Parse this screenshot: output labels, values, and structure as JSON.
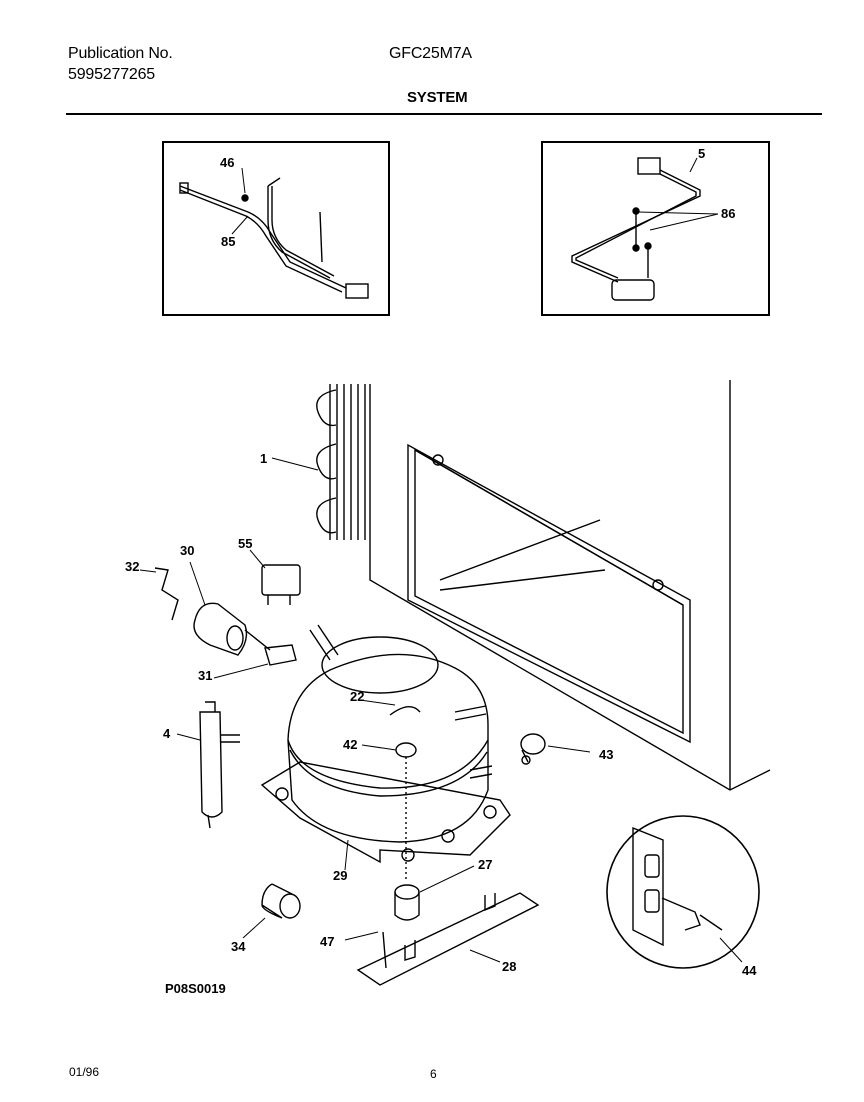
{
  "header": {
    "publication_label": "Publication No.",
    "publication_number": "5995277265",
    "model": "GFC25M7A",
    "section": "SYSTEM"
  },
  "figure_code": "P08S0019",
  "footer": {
    "date": "01/96",
    "page": "6"
  },
  "callouts": {
    "c1": "1",
    "c4": "4",
    "c5": "5",
    "c22": "22",
    "c27": "27",
    "c28": "28",
    "c29": "29",
    "c30": "30",
    "c31": "31",
    "c32": "32",
    "c34": "34",
    "c42": "42",
    "c43": "43",
    "c44": "44",
    "c46": "46",
    "c47": "47",
    "c55": "55",
    "c85": "85",
    "c86": "86"
  }
}
